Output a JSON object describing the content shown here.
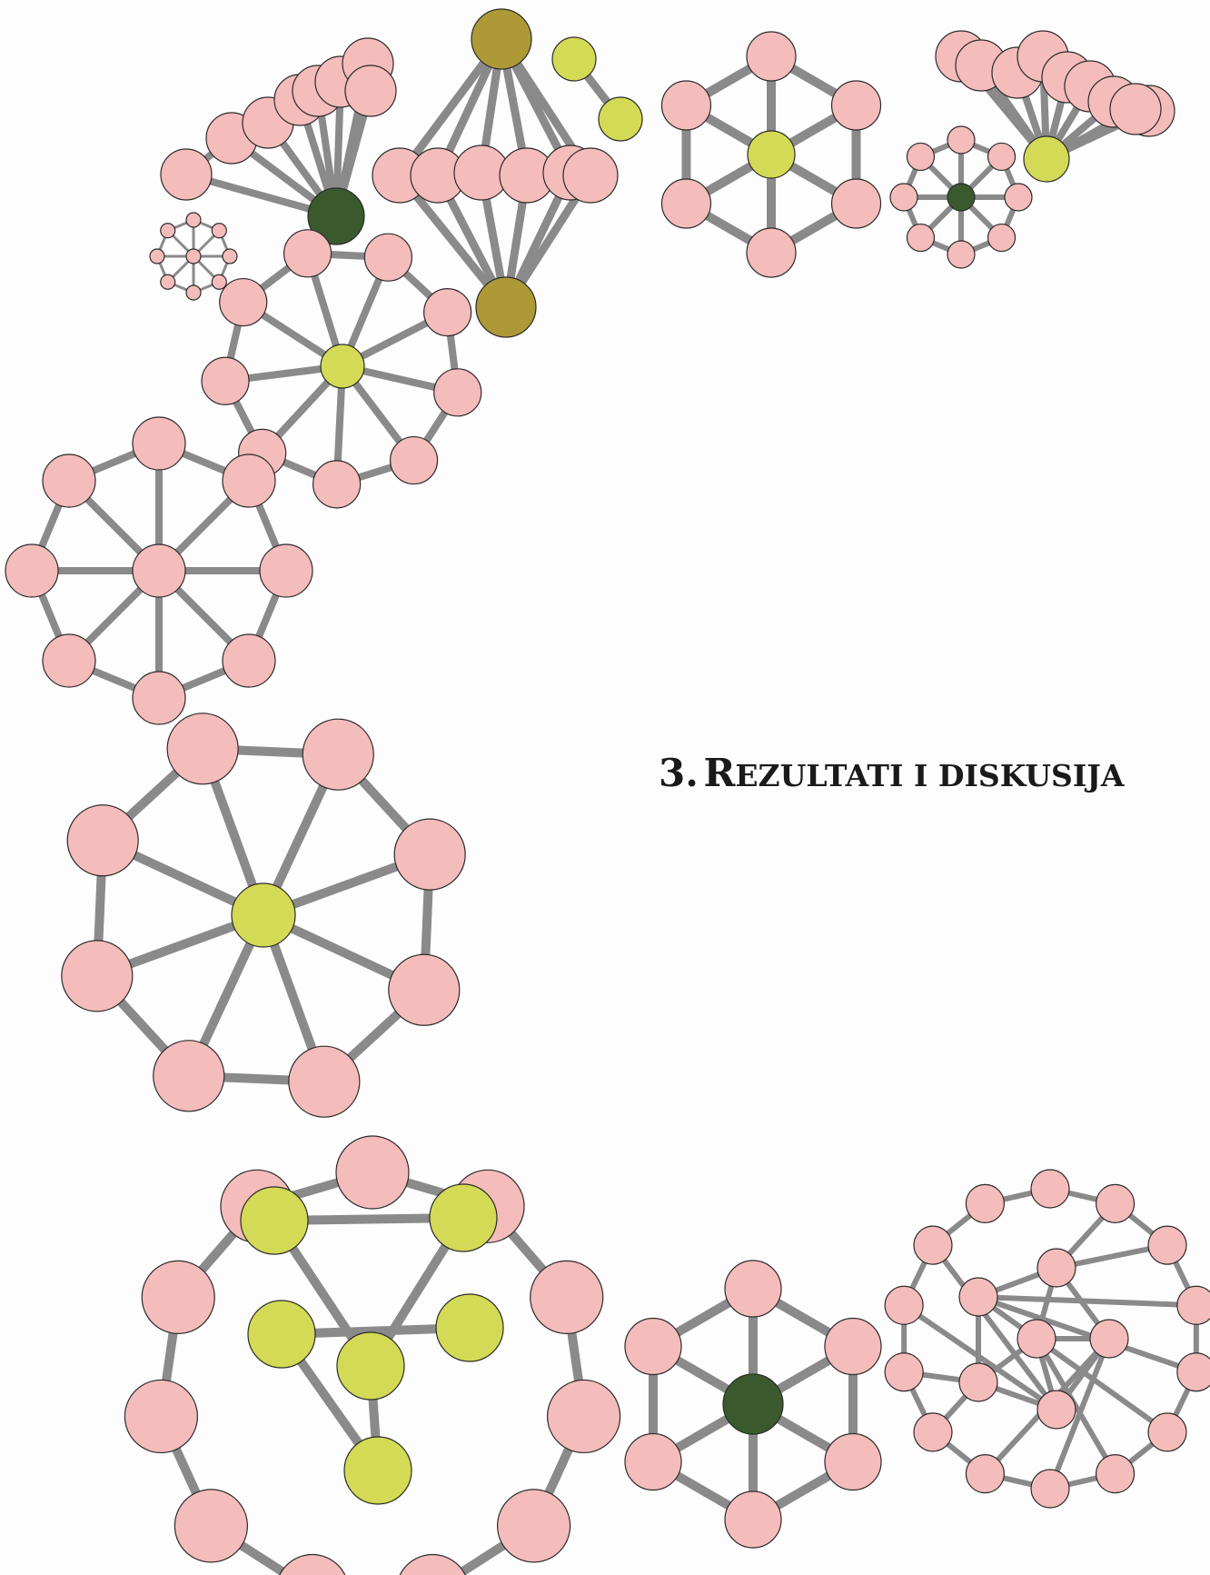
{
  "chapter": {
    "number": "3.",
    "title": "Rezultati i diskusija"
  },
  "colors": {
    "peripheral_atom": "#f4bcbb",
    "central_atom_lime": "#d3da55",
    "central_atom_olive": "#ad9a36",
    "central_atom_dark": "#3a5a2e",
    "bond": "#8a8a8a",
    "title_text": "#1a1a1a"
  },
  "illustration": {
    "description_kind": "decorative molecular cluster graphics"
  }
}
